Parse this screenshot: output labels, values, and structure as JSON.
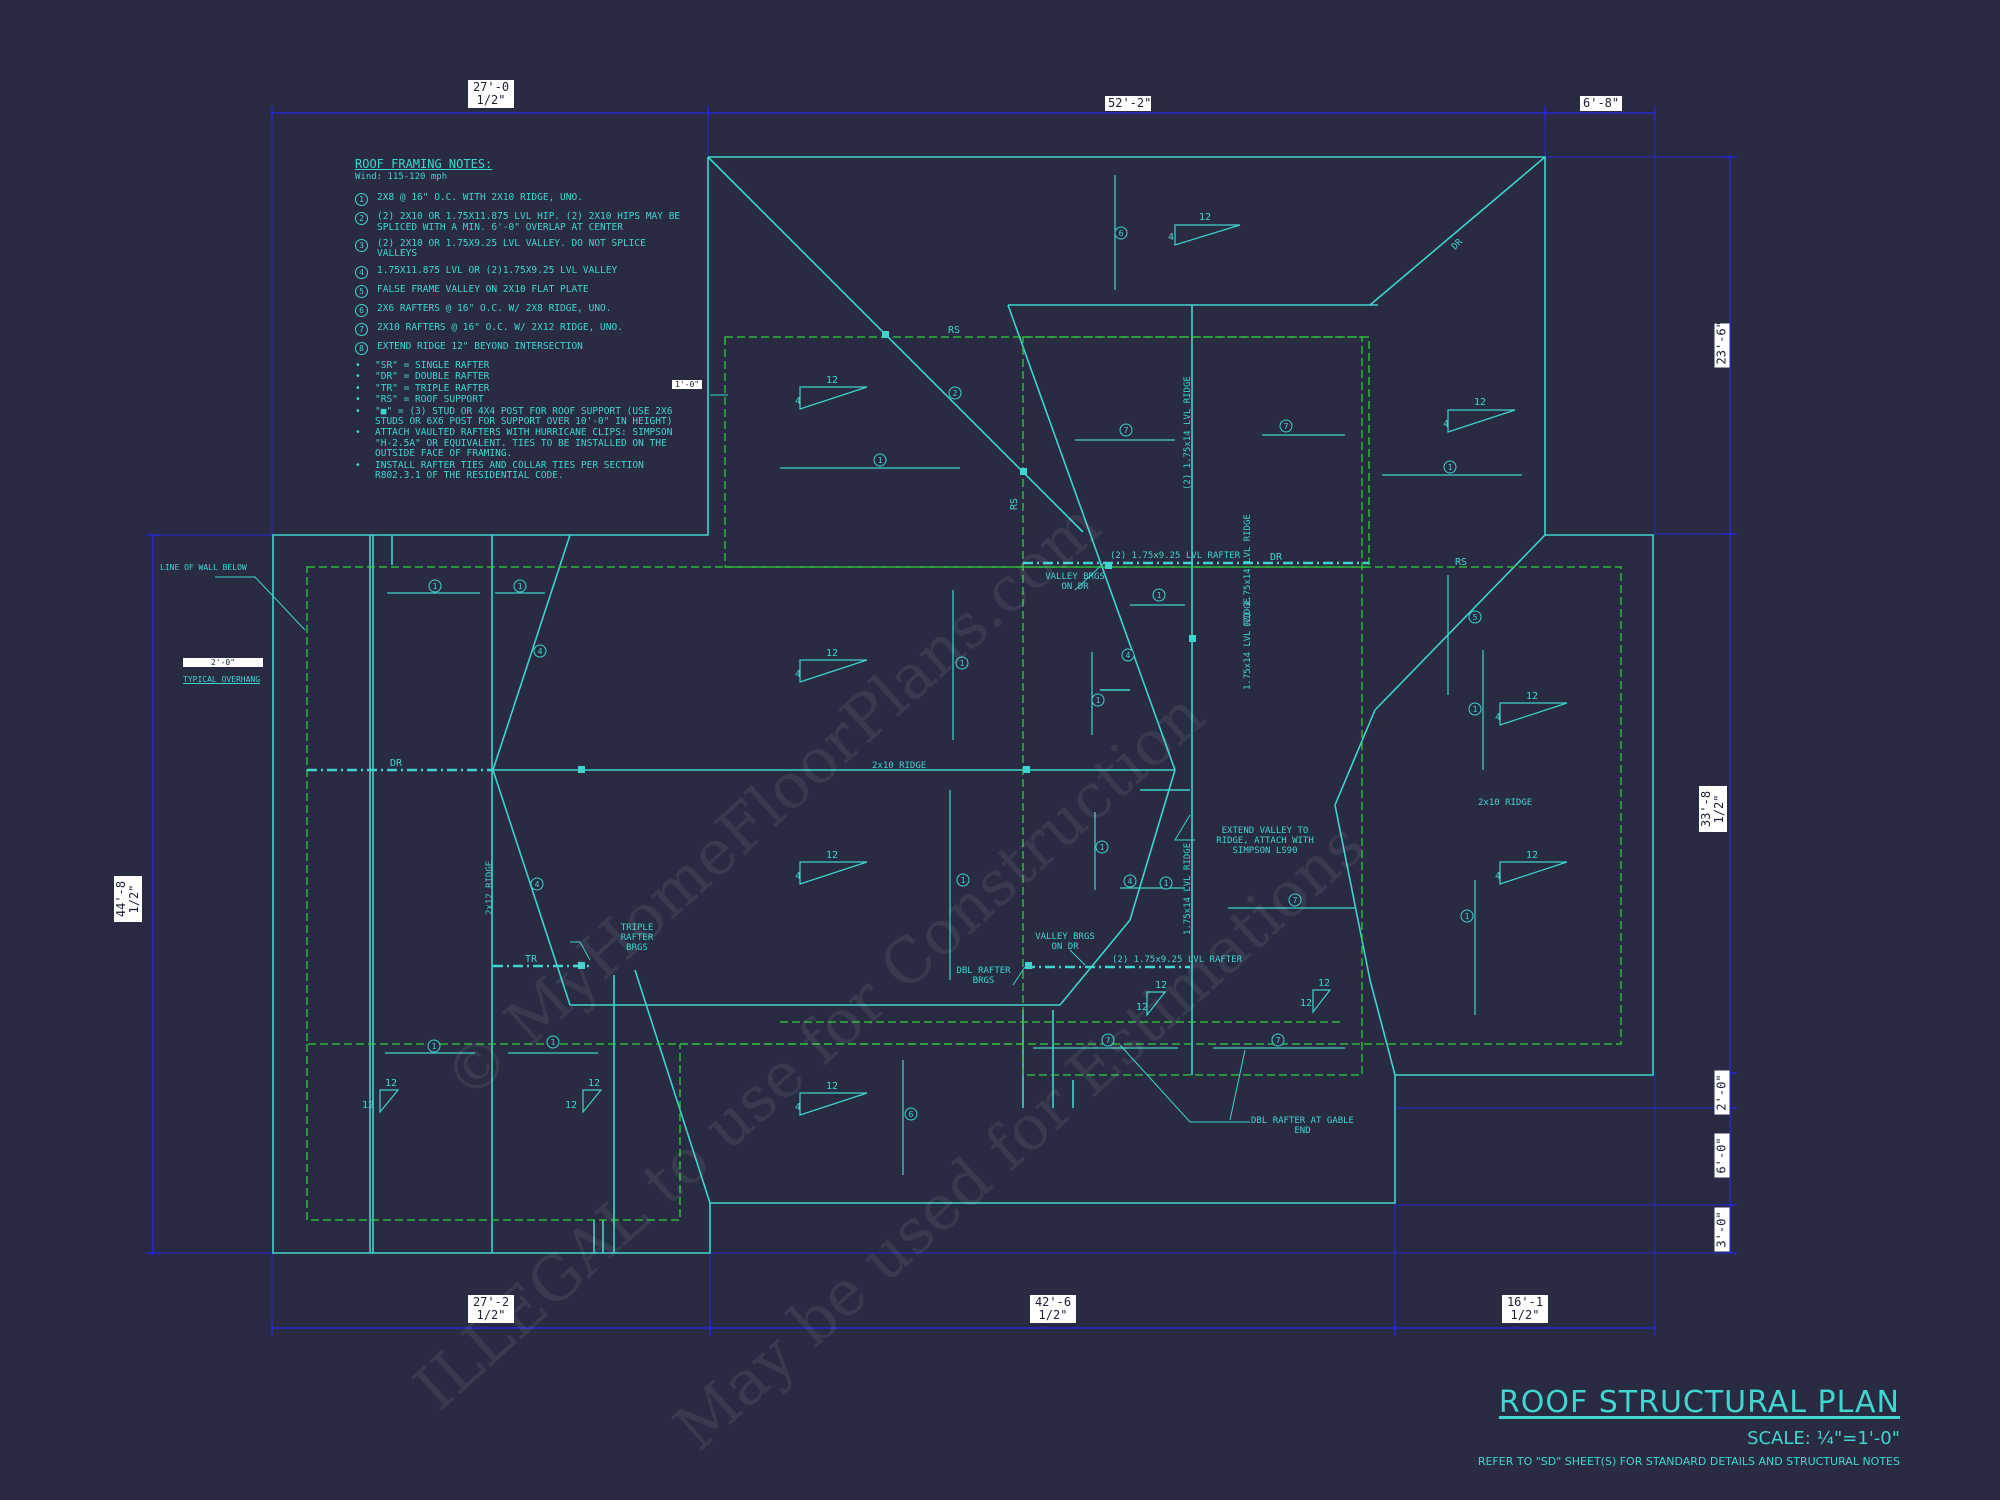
{
  "sheet": {
    "title": "ROOF STRUCTURAL PLAN",
    "scale": "SCALE: ¼\"=1'-0\"",
    "reference": "REFER TO \"SD\" SHEET(S) FOR STANDARD DETAILS AND STRUCTURAL NOTES"
  },
  "watermark": {
    "line1": "© MyHomeFloorPlans.com",
    "line2": "ILLEGAL to use for Construction",
    "line3": "May be used for Estimations"
  },
  "notes": {
    "title": "ROOF FRAMING NOTES:",
    "wind": "Wind: 115-120 mph",
    "items": [
      {
        "num": "1",
        "text": "2x8 @ 16\" O.C. WITH 2x10 RIDGE, UNO."
      },
      {
        "num": "2",
        "text": "(2) 2x10 OR 1.75x11.875 LVL HIP. (2) 2x10 HIPS MAY BE SPLICED WITH A MIN. 6'-0\" OVERLAP AT CENTER"
      },
      {
        "num": "3",
        "text": "(2) 2x10 OR 1.75x9.25 LVL VALLEY. DO NOT SPLICE VALLEYS"
      },
      {
        "num": "4",
        "text": "1.75x11.875 LVL OR (2)1.75x9.25 LVL VALLEY"
      },
      {
        "num": "5",
        "text": "FALSE FRAME VALLEY ON 2x10 FLAT PLATE"
      },
      {
        "num": "6",
        "text": "2x6 RAFTERS @ 16\" O.C. W/ 2x8 RIDGE, UNO."
      },
      {
        "num": "7",
        "text": "2x10 RAFTERS @ 16\" O.C. W/ 2x12 RIDGE, UNO."
      },
      {
        "num": "8",
        "text": "EXTEND RIDGE 12\" BEYOND INTERSECTION"
      }
    ],
    "bullets": [
      "\"SR\" = SINGLE RAFTER",
      "\"DR\" = DOUBLE RAFTER",
      "\"TR\" = TRIPLE RAFTER",
      "\"RS\" = ROOF SUPPORT",
      "\"■\" = (3) STUD OR 4x4 POST FOR ROOF SUPPORT (USE 2x6 STUDS OR 6x6 POST FOR SUPPORT OVER 10'-0\" IN HEIGHT)",
      "ATTACH VAULTED RAFTERS WITH HURRICANE CLIPS: SIMPSON \"H-2.5A\" OR EQUIVALENT. TIES TO BE INSTALLED ON THE OUTSIDE FACE OF FRAMING.",
      "INSTALL RAFTER TIES AND COLLAR TIES PER SECTION R802.3.1 OF THE RESIDENTIAL CODE."
    ]
  },
  "dimensions": {
    "top_left": "27'-0 1/2\"",
    "top_mid": "52'-2\"",
    "top_right": "6'-8\"",
    "left": "44'-8 1/2\"",
    "right_1": "23'-6\"",
    "right_2": "33'-8 1/2\"",
    "right_3": "2'-0\"",
    "right_4": "6'-0\"",
    "right_5": "3'-0\"",
    "bottom_left": "27'-2 1/2\"",
    "bottom_mid": "42'-6 1/2\"",
    "bottom_right": "16'-1 1/2\"",
    "overhang_dim": "2'-0\"",
    "overhang_label": "TYPICAL OVERHANG",
    "one_foot": "1'-0\""
  },
  "labels": {
    "line_of_wall_below": "LINE OF WALL BELOW",
    "rs": "RS",
    "dr": "DR",
    "tr": "TR",
    "ridge_2x10": "2x10 RIDGE",
    "ridge_2x10_right": "2x10 RIDGE",
    "ridge_2x12": "2x12 RIDGE",
    "lvl_rafter_upper": "(2) 1.75x9.25 LVL RAFTER",
    "lvl_rafter_lower": "(2) 1.75x9.25 LVL RAFTER",
    "lvl_ridge_a": "(2) 1.75x14 LVL RIDGE",
    "lvl_ridge_b": "(2) 1.75x14 LVL RIDGE",
    "lvl_ridge_c": "1.75x14 LVL RIDGE",
    "lvl_ridge_d": "1.75x14 LVL RIDGE",
    "valley_brgs_upper": "VALLEY BRGS ON DR",
    "valley_brgs_lower": "VALLEY BRGS ON DR",
    "triple_rafter": "TRIPLE RAFTER BRGS",
    "dbl_rafter_brgs": "DBL RAFTER BRGS",
    "extend_valley": "EXTEND VALLEY TO RIDGE, ATTACH WITH SIMPSON LS90",
    "dbl_rafter_gable": "DBL RAFTER AT GABLE END",
    "pitch_12": "12",
    "pitch_4": "4"
  }
}
